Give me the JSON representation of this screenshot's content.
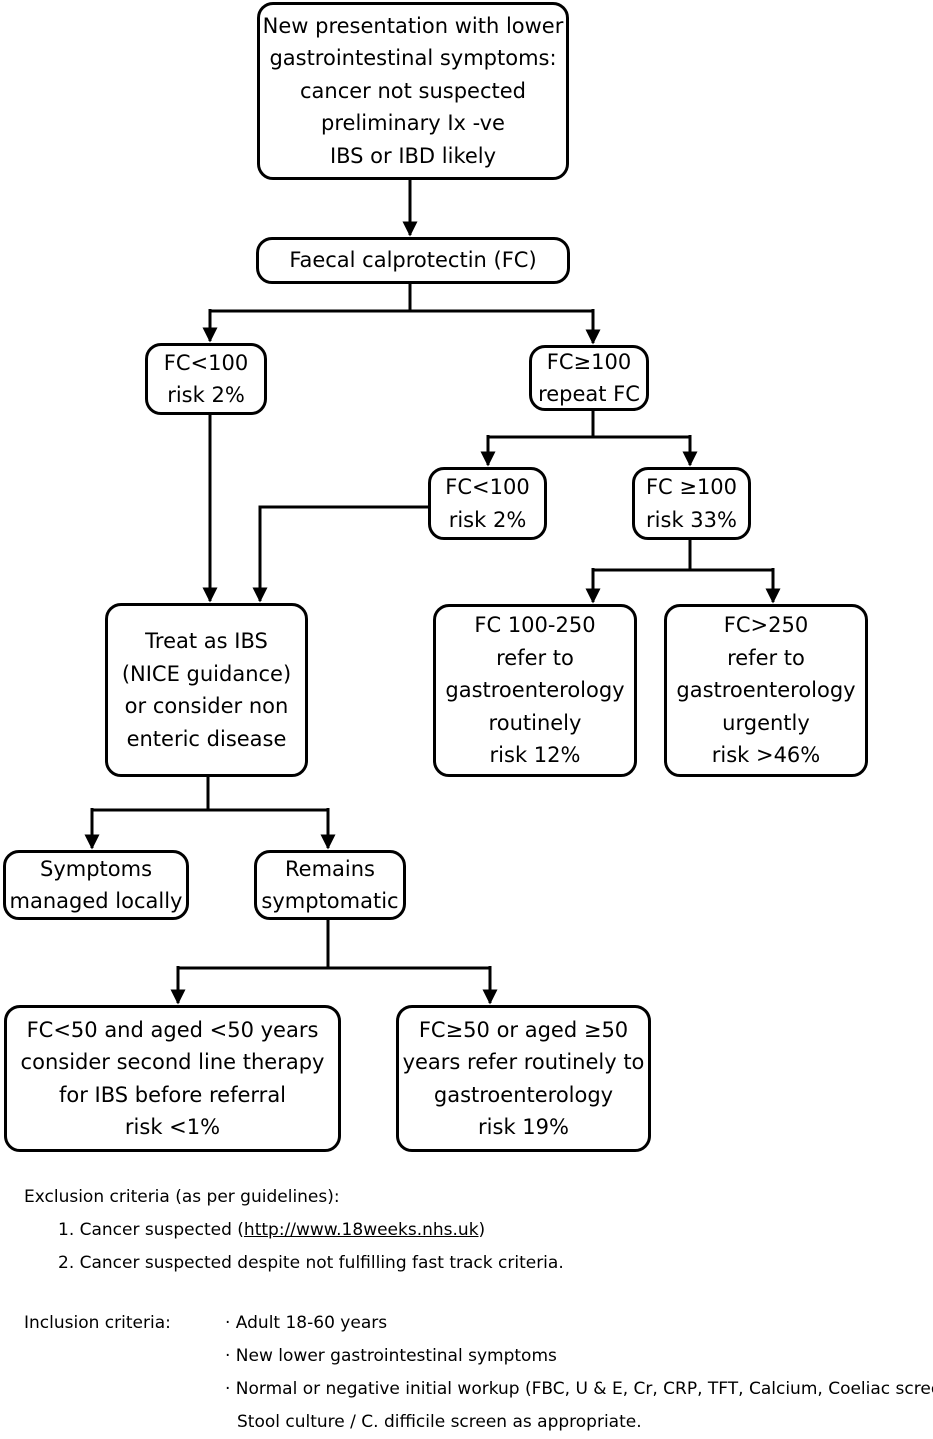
{
  "boxes": {
    "start": [
      "New presentation with lower",
      "gastrointestinal symptoms:",
      "cancer not suspected",
      "preliminary Ix -ve",
      "IBS or IBD likely"
    ],
    "fc": [
      "Faecal calprotectin (FC)"
    ],
    "fc_lt100": [
      "FC<100",
      "risk 2%"
    ],
    "fc_ge100": [
      "FC≥100",
      "repeat FC"
    ],
    "repeat_lt100": [
      "FC<100",
      "risk 2%"
    ],
    "repeat_ge100": [
      "FC ≥100",
      "risk 33%"
    ],
    "treat_ibs": [
      "Treat as IBS",
      "(NICE guidance)",
      "or consider non",
      "enteric disease"
    ],
    "fc_100_250": [
      "FC 100-250",
      "refer to",
      "gastroenterology",
      "routinely",
      "risk 12%"
    ],
    "fc_gt250": [
      "FC>250",
      "refer to",
      "gastroenterology",
      "urgently",
      "risk >46%"
    ],
    "managed_locally": [
      "Symptoms",
      "managed locally"
    ],
    "remains_symptomatic": [
      "Remains",
      "symptomatic"
    ],
    "second_line": [
      "FC<50 and aged <50 years",
      "consider second line therapy",
      "for IBS before referral",
      "risk <1%"
    ],
    "refer_routinely": [
      "FC≥50 or aged ≥50",
      "years refer routinely to",
      "gastroenterology",
      "risk 19%"
    ]
  },
  "exclusion": {
    "title": "Exclusion criteria (as per guidelines):",
    "item1_prefix": "1. Cancer suspected (",
    "item1_link": "http://www.18weeks.nhs.uk",
    "item1_suffix": ")",
    "item2": "2. Cancer suspected despite not fulfilling fast track criteria."
  },
  "inclusion": {
    "title": "Inclusion criteria:",
    "items": [
      "·  Adult 18-60 years",
      "·  New lower gastrointestinal symptoms",
      "·  Normal or negative initial workup (FBC, U & E, Cr, CRP, TFT, Calcium, Coeliac screen,",
      "Stool culture / C. difficile screen as appropriate."
    ]
  }
}
